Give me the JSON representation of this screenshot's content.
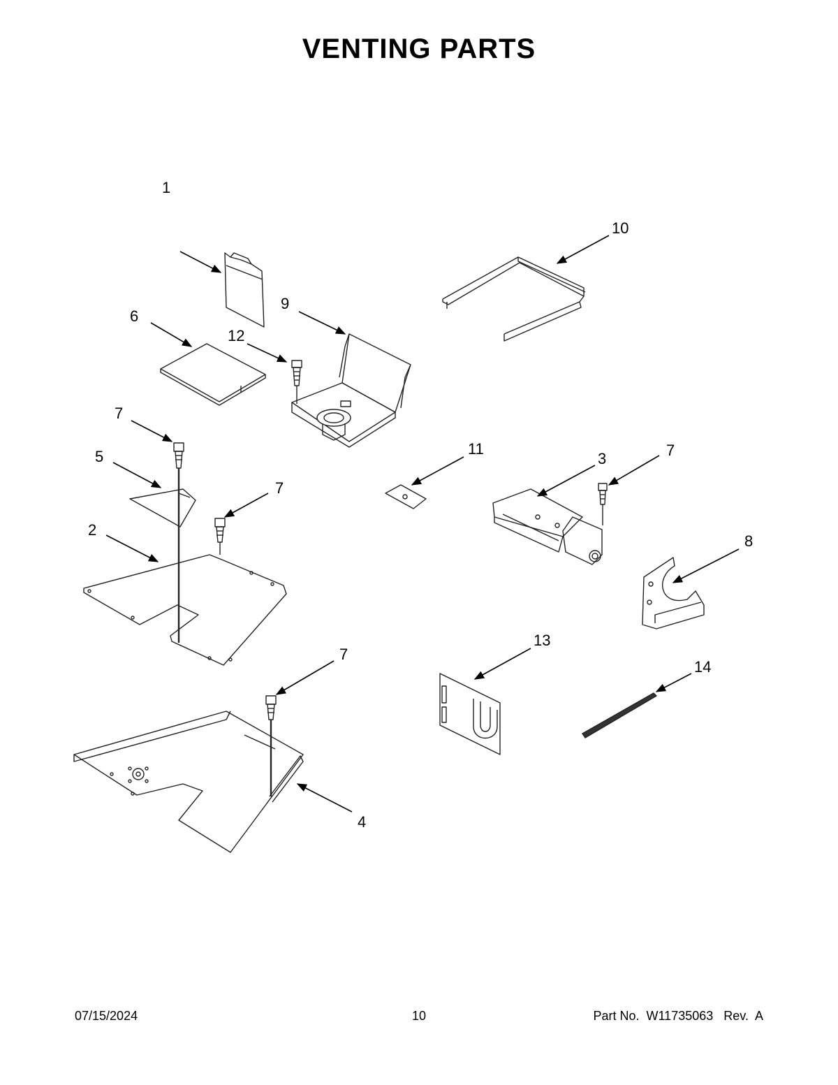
{
  "page": {
    "title": "VENTING PARTS",
    "footer": {
      "date": "07/15/2024",
      "page_number": "10",
      "part_no_label": "Part No.",
      "part_no": "W11735063",
      "rev_label": "Rev.",
      "rev": "A"
    }
  },
  "diagram": {
    "callouts": [
      "1",
      "2",
      "3",
      "4",
      "5",
      "6",
      "7",
      "8",
      "9",
      "10",
      "11",
      "12",
      "13",
      "14"
    ],
    "callout_7_count": 4
  }
}
